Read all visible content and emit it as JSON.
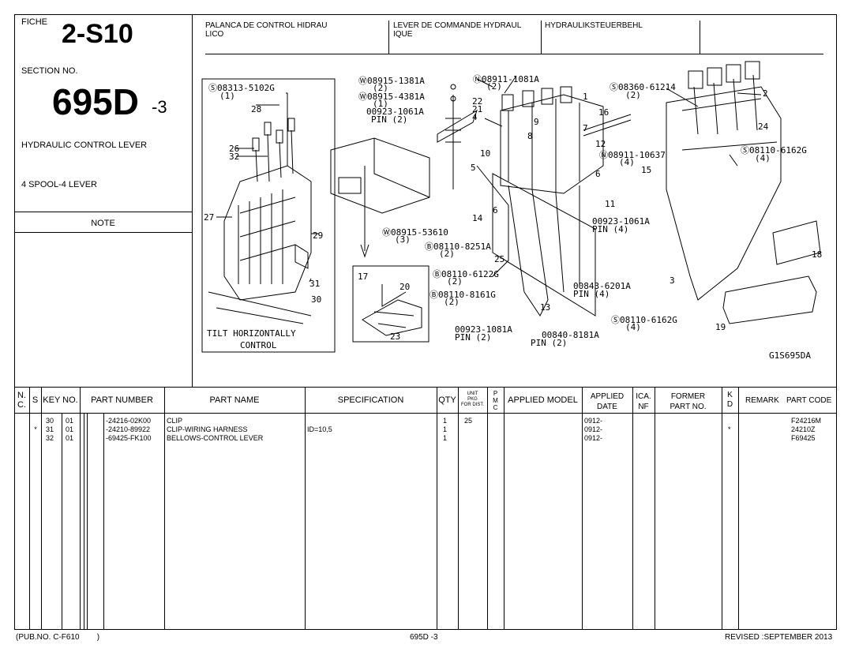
{
  "fiche": {
    "label": "FICHE",
    "number": "2-S10",
    "section_label": "SECTION NO.",
    "section_number": "695D",
    "section_suffix": "-3",
    "title": "HYDRAULIC CONTROL LEVER",
    "subtitle": "4 SPOOL-4 LEVER",
    "note_label": "NOTE"
  },
  "translations": {
    "es": "PALANCA DE CONTROL HIDRAU\nLICO",
    "fr": "LEVER DE COMMANDE HYDRAUL\nIQUE",
    "de": "HYDRAULIKSTEUERBEHL"
  },
  "diagram": {
    "code": "G1S695DA",
    "inset_caption_1": "TILT HORIZONTALLY",
    "inset_caption_2": "CONTROL",
    "callouts": [
      "Ⓢ08313-5102G",
      "(1)",
      "28",
      "26",
      "32",
      "27",
      "29",
      "31",
      "30",
      "Ⓦ08915-1381A",
      "(2)",
      "Ⓝ08911-1081A",
      "Ⓦ08915-4381A",
      "(1)",
      "00923-1061A",
      "PIN (2)",
      "22",
      "21",
      "4",
      "1",
      "9",
      "8",
      "7",
      "10",
      "5",
      "16",
      "Ⓢ08360-61214",
      "(2)",
      "2",
      "24",
      "Ⓝ08911-10637",
      "(4)",
      "Ⓢ08110-6162G",
      "(4)",
      "12",
      "6",
      "15",
      "11",
      "14",
      "6",
      "Ⓦ08915-53610",
      "(3)",
      "Ⓑ08110-8251A",
      "(2)",
      "25",
      "00923-1061A",
      "PIN (4)",
      "18",
      "Ⓑ08110-6122G",
      "(2)",
      "Ⓑ08110-8161G",
      "(2)",
      "17",
      "20",
      "23",
      "13",
      "3",
      "00843-6201A",
      "PIN (4)",
      "00923-1081A",
      "PIN (2)",
      "00840-8181A",
      "PIN (2)",
      "Ⓢ08110-6162G",
      "(4)",
      "19"
    ]
  },
  "table": {
    "headers": {
      "nc": "N.\nC.",
      "s": "S",
      "key": "KEY NO.",
      "part_number": "PART NUMBER",
      "part_name": "PART NAME",
      "spec": "SPECIFICATION",
      "qty": "QTY",
      "unit_pkg": "UNIT\nPKG\nFOR DIST.",
      "pmc": "P\nM\nC",
      "applied_model": "APPLIED MODEL",
      "applied_date": "APPLIED\nDATE",
      "ica": "ICA.\nNF",
      "former": "FORMER\nPART NO.",
      "kd": "K\nD",
      "remark": "REMARK",
      "part_code": "PART CODE"
    },
    "rows": [
      {
        "s": "",
        "key": "30",
        "sub": "01",
        "part_number": "-24216-02K00",
        "name": "CLIP",
        "spec": "",
        "qty": "1",
        "unit": "25",
        "date": "0912-",
        "kd": "",
        "code": "F24216M"
      },
      {
        "s": "*",
        "key": "31",
        "sub": "01",
        "part_number": "-24210-89922",
        "name": "CLIP-WIRING HARNESS",
        "spec": "ID=10,5",
        "qty": "1",
        "unit": "",
        "date": "0912-",
        "kd": "*",
        "code": "24210Z"
      },
      {
        "s": "",
        "key": "32",
        "sub": "01",
        "part_number": "-69425-FK100",
        "name": "BELLOWS-CONTROL LEVER",
        "spec": "",
        "qty": "1",
        "unit": "",
        "date": "0912-",
        "kd": "",
        "code": "F69425"
      }
    ]
  },
  "footer": {
    "pub": "(PUB.NO. C-F610        )",
    "center": "695D -3",
    "revised": "REVISED :SEPTEMBER 2013"
  },
  "colors": {
    "ink": "#000000",
    "paper": "#ffffff"
  }
}
